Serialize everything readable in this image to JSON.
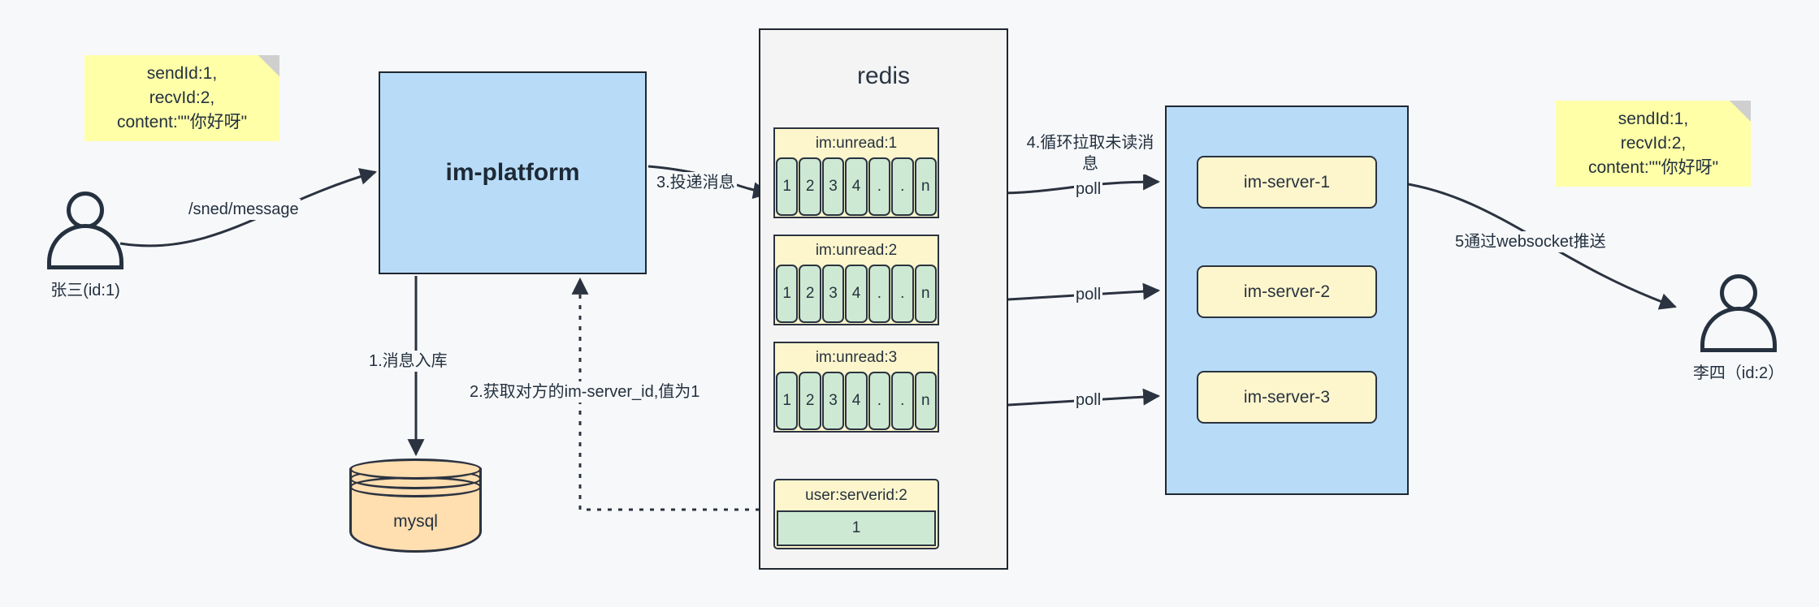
{
  "diagram": {
    "title": "IM message delivery architecture",
    "background": "#f7f8fa"
  },
  "notes": {
    "left": {
      "text": "sendId:1,\nrecvId:2,\ncontent:\"\"你好呀\"",
      "color": "#ffffa8"
    },
    "right": {
      "text": "sendId:1,\nrecvId:2,\ncontent:\"\"你好呀\"",
      "color": "#ffffa8"
    }
  },
  "actors": {
    "sender": {
      "label": "张三(id:1)"
    },
    "receiver": {
      "label": "李四（id:2）"
    }
  },
  "platform": {
    "label": "im-platform",
    "color": "#b8dcf8"
  },
  "database": {
    "label": "mysql",
    "color": "#ffdeb0"
  },
  "redis": {
    "title": "redis",
    "queues": [
      {
        "key": "im:unread:1",
        "cells": [
          "1",
          "2",
          "3",
          "4",
          ".",
          ".",
          "n"
        ]
      },
      {
        "key": "im:unread:2",
        "cells": [
          "1",
          "2",
          "3",
          "4",
          ".",
          ".",
          "n"
        ]
      },
      {
        "key": "im:unread:3",
        "cells": [
          "1",
          "2",
          "3",
          "4",
          ".",
          ".",
          "n"
        ]
      }
    ],
    "kv": {
      "key": "user:serverid:2",
      "value": "1"
    },
    "header_color": "#fdf6cd",
    "cell_color": "#cde9d3"
  },
  "cluster": {
    "color": "#b8dcf8",
    "servers": [
      {
        "label": "im-server-1"
      },
      {
        "label": "im-server-2"
      },
      {
        "label": "im-server-3"
      }
    ]
  },
  "edges": {
    "send_message": "/sned/message",
    "step1": "1.消息入库",
    "step2": "2.获取对方的im-server_id,值为1",
    "step3": "3.投递消息",
    "step4": "4.循环拉取未读消\n息",
    "poll1": "poll",
    "poll2": "poll",
    "poll3": "poll",
    "step5": "5通过websocket推送"
  }
}
